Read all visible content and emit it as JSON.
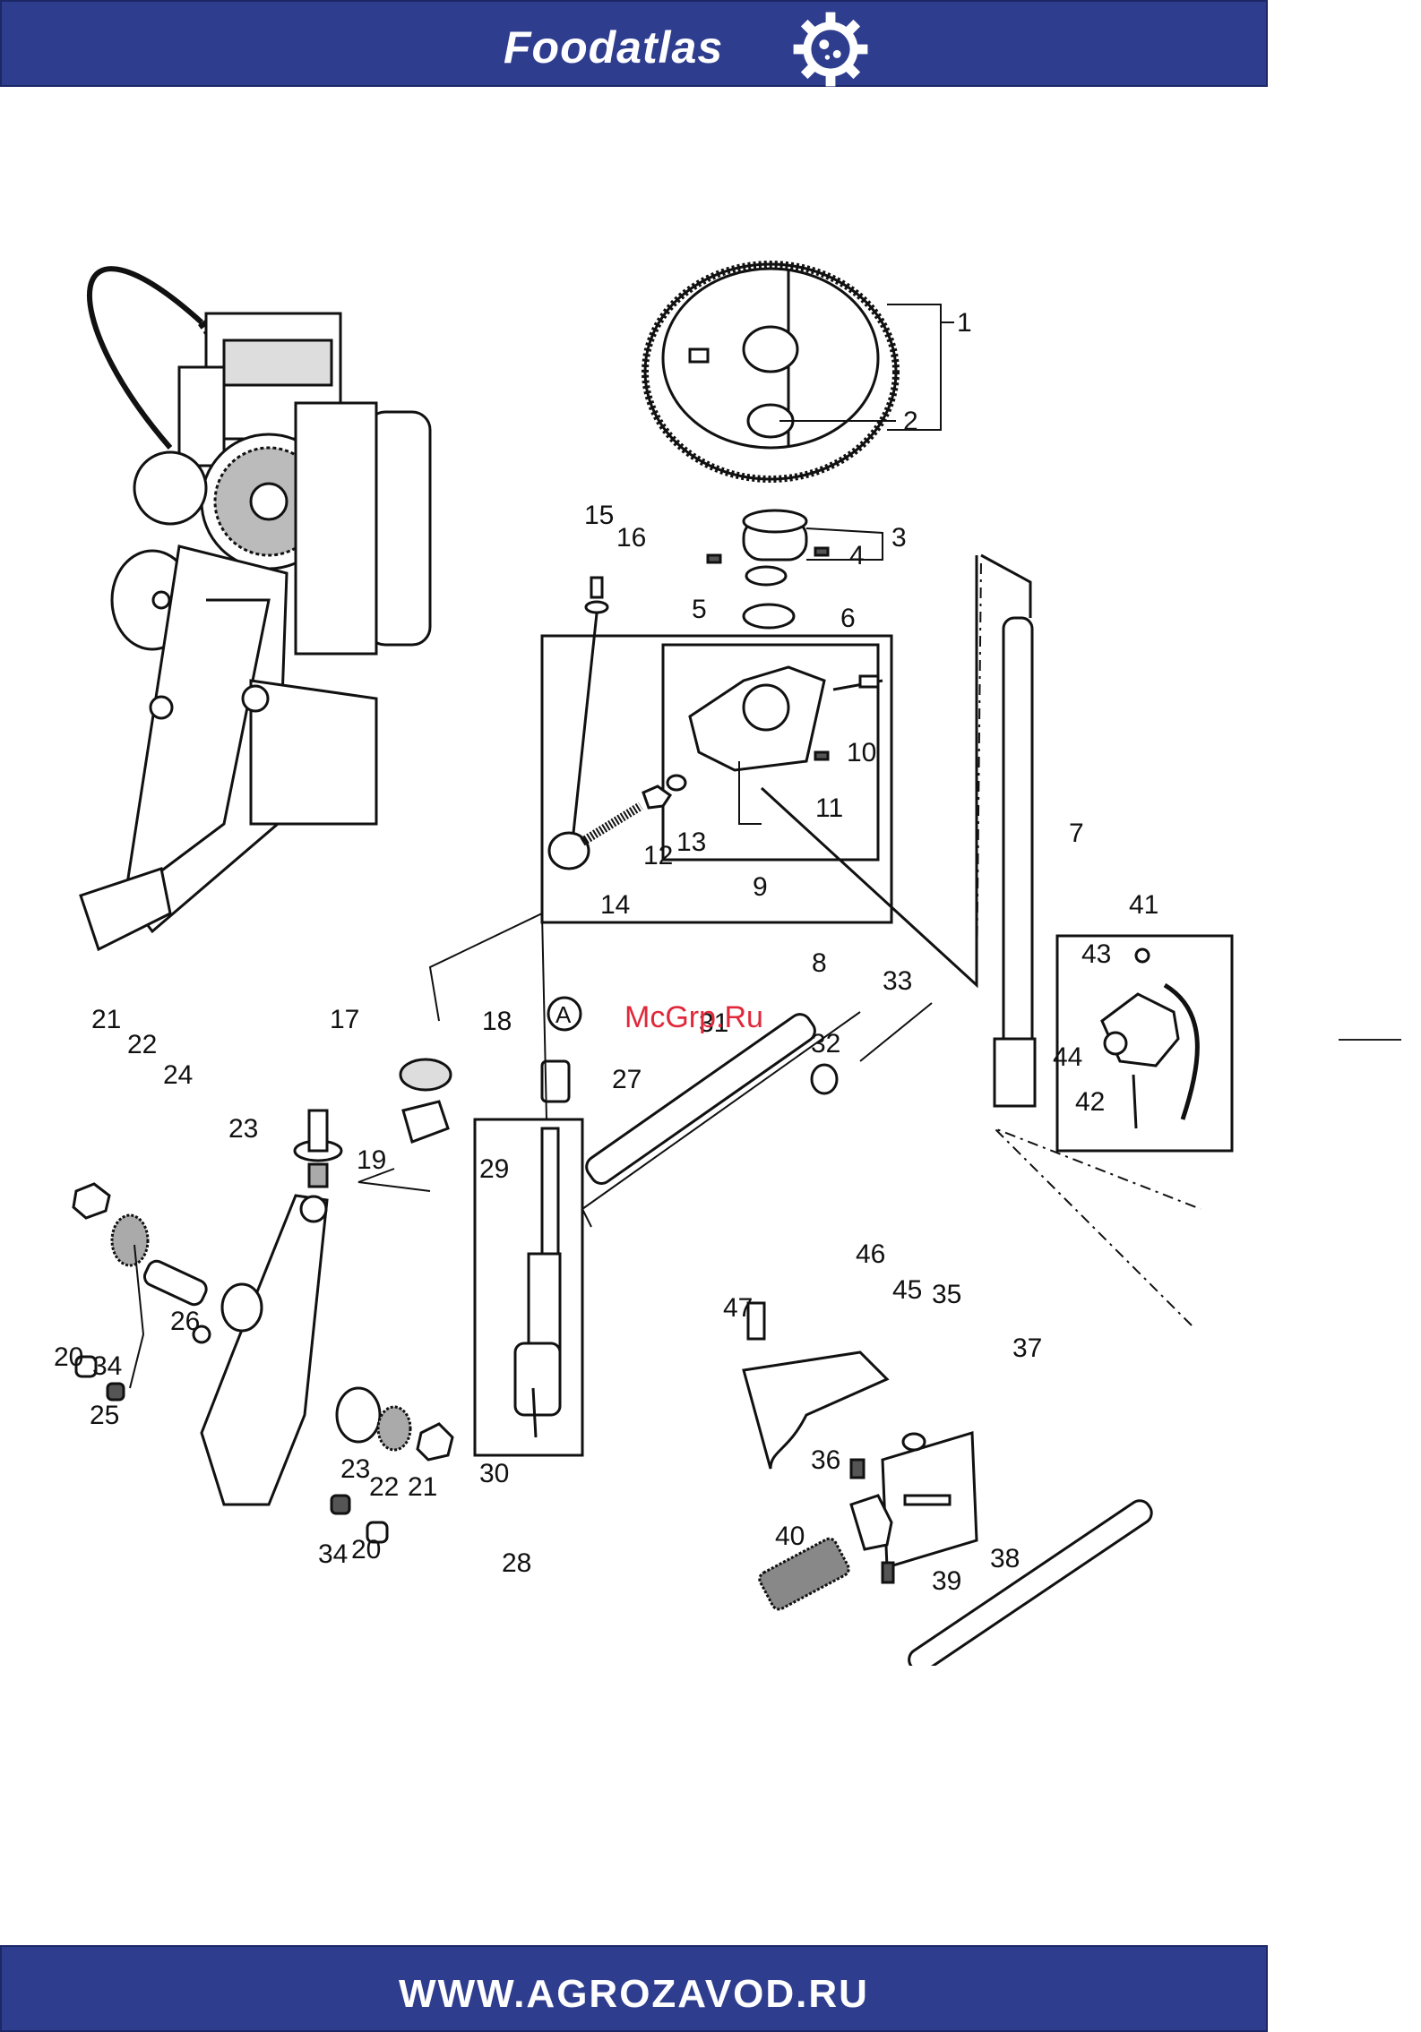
{
  "header": {
    "brand": "Foodatlas",
    "icon": "gear-globe-icon"
  },
  "footer": {
    "url": "WWW.AGROZAVOD.RU"
  },
  "watermark": "McGrp.Ru",
  "callouts": [
    "1",
    "2",
    "3",
    "4",
    "5",
    "6",
    "7",
    "8",
    "9",
    "10",
    "11",
    "12",
    "13",
    "14",
    "15",
    "16",
    "17",
    "18",
    "19",
    "20",
    "21",
    "22",
    "23",
    "24",
    "25",
    "26",
    "27",
    "28",
    "29",
    "30",
    "31",
    "32",
    "33",
    "34",
    "35",
    "36",
    "37",
    "38",
    "39",
    "40",
    "41",
    "42",
    "43",
    "44",
    "45",
    "46",
    "47"
  ],
  "repeated_callouts": {
    "20b": "20",
    "21b": "21",
    "22b": "22",
    "23b": "23",
    "34b": "34"
  },
  "marker_a": "A",
  "colors": {
    "banner": "#2f3d8f",
    "watermark": "#e0283a"
  }
}
